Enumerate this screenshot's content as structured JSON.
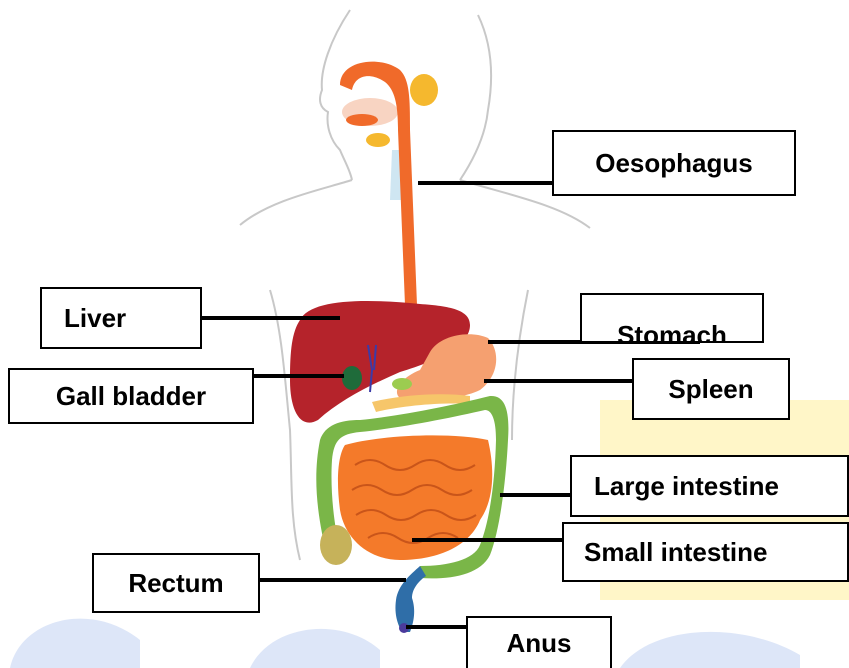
{
  "labels": {
    "oesophagus": "Oesophagus",
    "liver": "Liver",
    "stomach": "Stomach",
    "gall_bladder": "Gall bladder",
    "spleen": "Spleen",
    "large_intestine": "Large intestine",
    "small_intestine": "Small intestine",
    "rectum": "Rectum",
    "anus": "Anus"
  },
  "colors": {
    "background": "#ffffff",
    "body_outline": "#c8c8c8",
    "oesophagus": "#f06a2a",
    "liver": "#b5232b",
    "stomach": "#f5a070",
    "gall_bladder": "#1f6b3a",
    "small_intestine": "#f47a2a",
    "large_intestine": "#7ab648",
    "rectum": "#2f6ea8",
    "salivary_gland": "#f5b82e",
    "leader_line": "#000000",
    "watermark": "#dde6f8",
    "watermark_yellow": "#fff6c8"
  }
}
